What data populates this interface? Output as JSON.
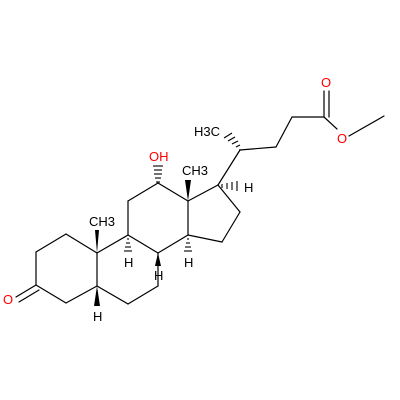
{
  "molecule": {
    "atom_labels": {
      "keto_oxygen": "O",
      "hydroxyl": "OH",
      "methyl_c10": "CH3",
      "methyl_c13": "CH3",
      "methyl_c20": "H3C",
      "h_c5": "H",
      "h_c8": "H",
      "h_c9": "H",
      "h_c14": "H",
      "h_c17": "H",
      "ester_carbonyl_o": "O",
      "ester_o": "O"
    },
    "colors": {
      "bond": "#000000",
      "oxygen": "#ff0000",
      "background": "#ffffff"
    }
  }
}
